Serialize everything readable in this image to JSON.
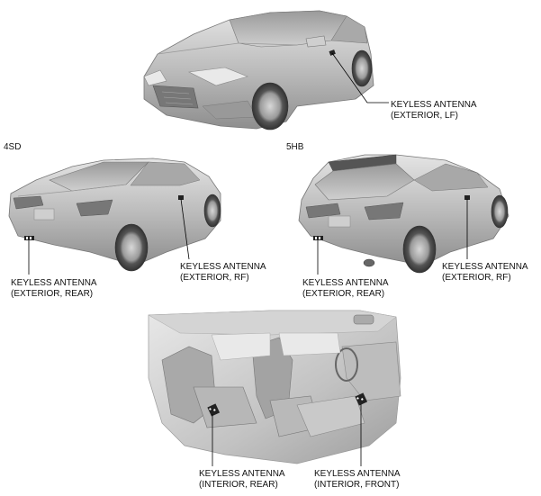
{
  "variants": {
    "sedan": "4SD",
    "hatchback": "5HB"
  },
  "labels": {
    "front_lf": {
      "line1": "KEYLESS ANTENNA",
      "line2": "(EXTERIOR, LF)"
    },
    "sd_rear": {
      "line1": "KEYLESS ANTENNA",
      "line2": "(EXTERIOR, REAR)"
    },
    "sd_rf": {
      "line1": "KEYLESS ANTENNA",
      "line2": "(EXTERIOR, RF)"
    },
    "hb_rear": {
      "line1": "KEYLESS ANTENNA",
      "line2": "(EXTERIOR, REAR)"
    },
    "hb_rf": {
      "line1": "KEYLESS ANTENNA",
      "line2": "(EXTERIOR, RF)"
    },
    "int_rear": {
      "line1": "KEYLESS ANTENNA",
      "line2": "(INTERIOR, REAR)"
    },
    "int_front": {
      "line1": "KEYLESS ANTENNA",
      "line2": "(INTERIOR, FRONT)"
    }
  },
  "colors": {
    "car_body": "#bdbdbd",
    "car_shadow": "#8a8a8a",
    "leader_line": "#000000"
  }
}
